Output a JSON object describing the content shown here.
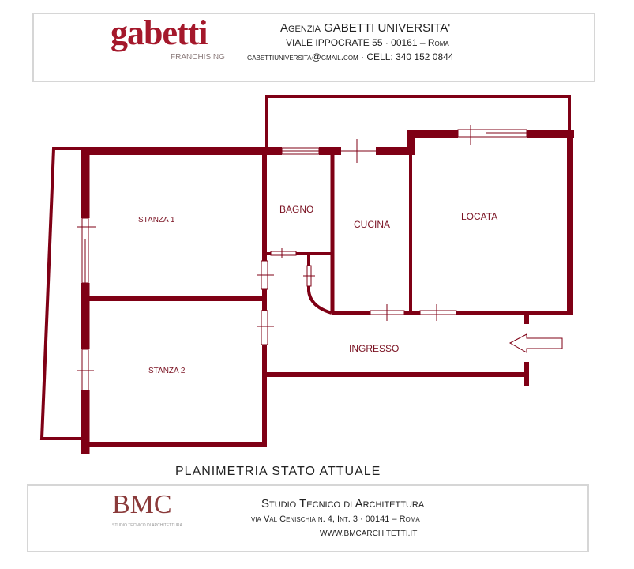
{
  "header": {
    "logo_text": "gabetti",
    "logo_sub": "FRANCHISING",
    "agency": "Agenzia GABETTI UNIVERSITA'",
    "address": "VIALE IPPOCRATE 55  · 00161 – Roma",
    "contact": "gabettiuniversita@gmail.com · CELL: 340 152 0844"
  },
  "plan": {
    "wall_color": "#7f0015",
    "rooms": {
      "stanza1": "STANZA 1",
      "stanza2": "STANZA 2",
      "bagno": "BAGNO",
      "cucina": "CUCINA",
      "locata": "LOCATA",
      "ingresso": "INGRESSO"
    },
    "entrance_icon": "arrow-left-outline"
  },
  "title": "PLANIMETRIA STATO ATTUALE",
  "footer": {
    "logo_text": "BMC",
    "logo_sub": "STUDIO TECNICO DI ARCHITETTURA",
    "studio": "Studio Tecnico di Architettura",
    "address": "via Val Cenischia n. 4, Int. 3 · 00141 – Roma",
    "website": "WWW.BMCARCHITETTI.IT"
  }
}
